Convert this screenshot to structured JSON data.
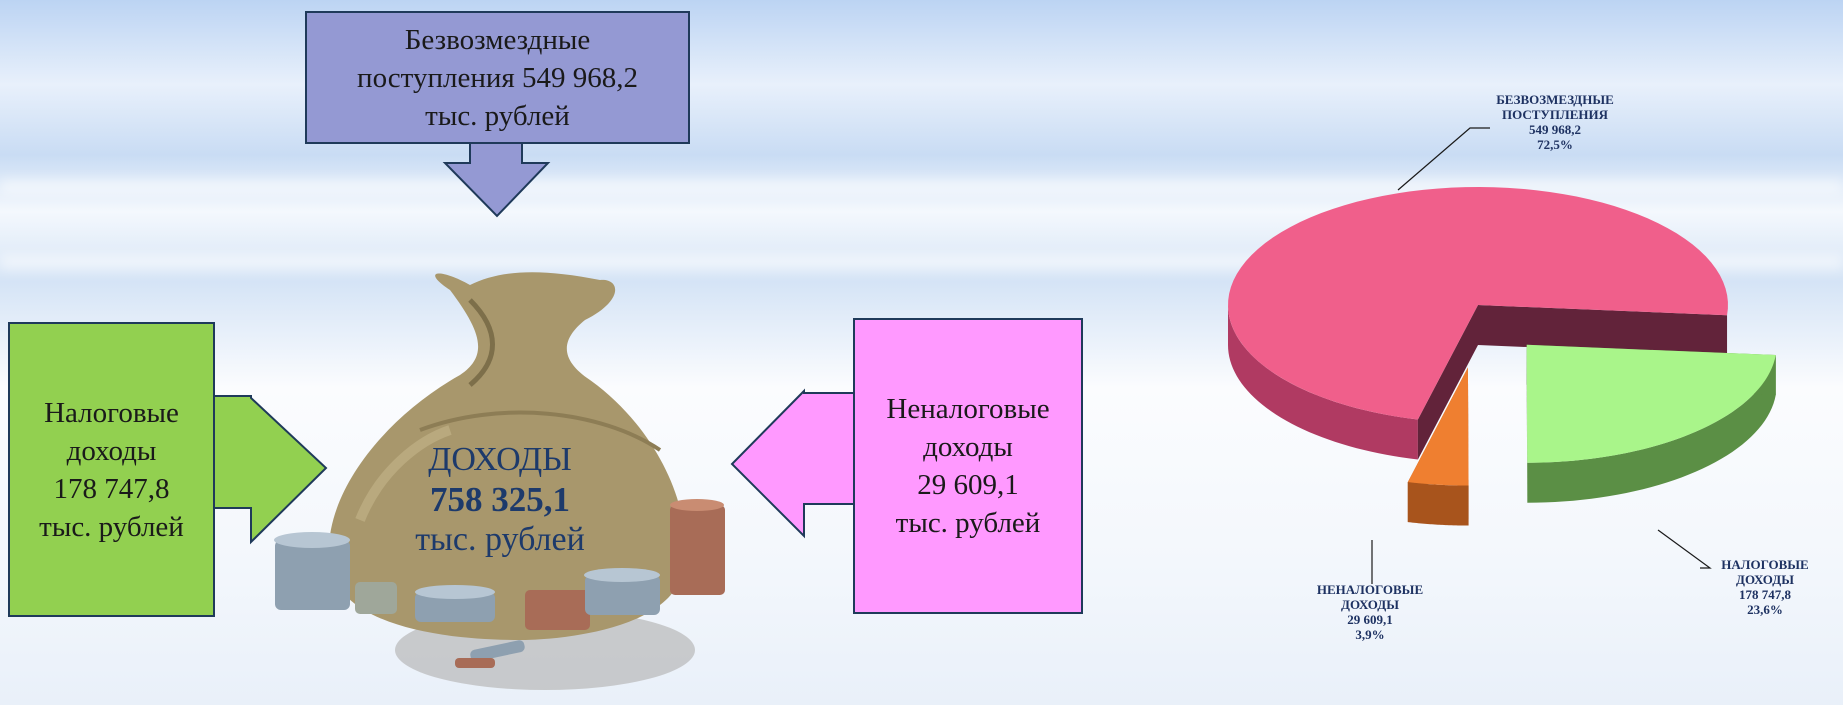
{
  "diagram": {
    "top_box": {
      "line1": "Безвозмездные",
      "line2": "поступления 549 968,2",
      "line3": "тыс. рублей"
    },
    "left_box": {
      "line1": "Налоговые",
      "line2": "доходы",
      "line3": "178 747,8",
      "line4": "тыс. рублей"
    },
    "right_box": {
      "line1": "Неналоговые",
      "line2": "доходы",
      "line3": "29 609,1",
      "line4": "тыс. рублей"
    },
    "bag": {
      "title": "ДОХОДЫ",
      "amount": "758 325,1",
      "unit": "тыс. рублей"
    },
    "colors": {
      "top": "#9499d3",
      "left": "#92d050",
      "right": "#ff99ff",
      "border": "#1f3a5a"
    }
  },
  "chart_data": {
    "type": "pie",
    "title": "",
    "slices": [
      {
        "label_line1": "БЕЗВОЗМЕЗДНЫЕ",
        "label_line2": "ПОСТУПЛЕНИЯ",
        "value": 549968.2,
        "value_text": "549 968,2",
        "percent": "72,5%",
        "color": "#f05f8b",
        "side_color": "#b03a62"
      },
      {
        "label_line1": "НАЛОГОВЫЕ",
        "label_line2": "ДОХОДЫ",
        "value": 178747.8,
        "value_text": "178 747,8",
        "percent": "23,6%",
        "color": "#a9f58a",
        "side_color": "#5b8f45"
      },
      {
        "label_line1": "НЕНАЛОГОВЫЕ",
        "label_line2": "ДОХОДЫ",
        "value": 29609.1,
        "value_text": "29 609,1",
        "percent": "3,9%",
        "color": "#ef7f30",
        "side_color": "#a8541c"
      }
    ]
  }
}
